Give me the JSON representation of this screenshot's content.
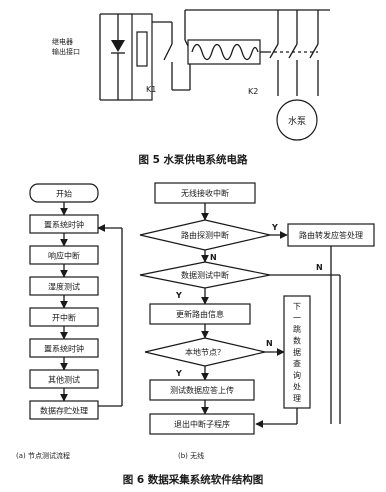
{
  "fig5": {
    "relay_port_line1": "继电器",
    "relay_port_line2": "输出接口",
    "k1": "K1",
    "k2": "K2",
    "pump": "水泵",
    "caption": "图 5   水泵供电系统电路"
  },
  "flow_a": {
    "steps": [
      "开始",
      "置系统时钟",
      "响应中断",
      "湿度测试",
      "开中断",
      "置系统时钟",
      "其他测试",
      "数据存贮处理"
    ],
    "caption": "(a) 节点测试流程"
  },
  "flow_b": {
    "start": "无线接收中断",
    "decision_probe": "路由探测中断",
    "decision_data": "数据测试中断",
    "update_route": "更新路由信息",
    "decision_local": "本地节点？",
    "upload": "测试数据应答上传",
    "exit": "退出中断子程序",
    "forward": "路由转发应答处理",
    "next_hop": [
      "下",
      "一",
      "跳",
      "数",
      "据",
      "查",
      "询",
      "处",
      "理"
    ],
    "yes": "Y",
    "no": "N",
    "caption": "(b) 无线"
  },
  "fig6": {
    "caption": "图 6   数据采集系统软件结构图"
  }
}
